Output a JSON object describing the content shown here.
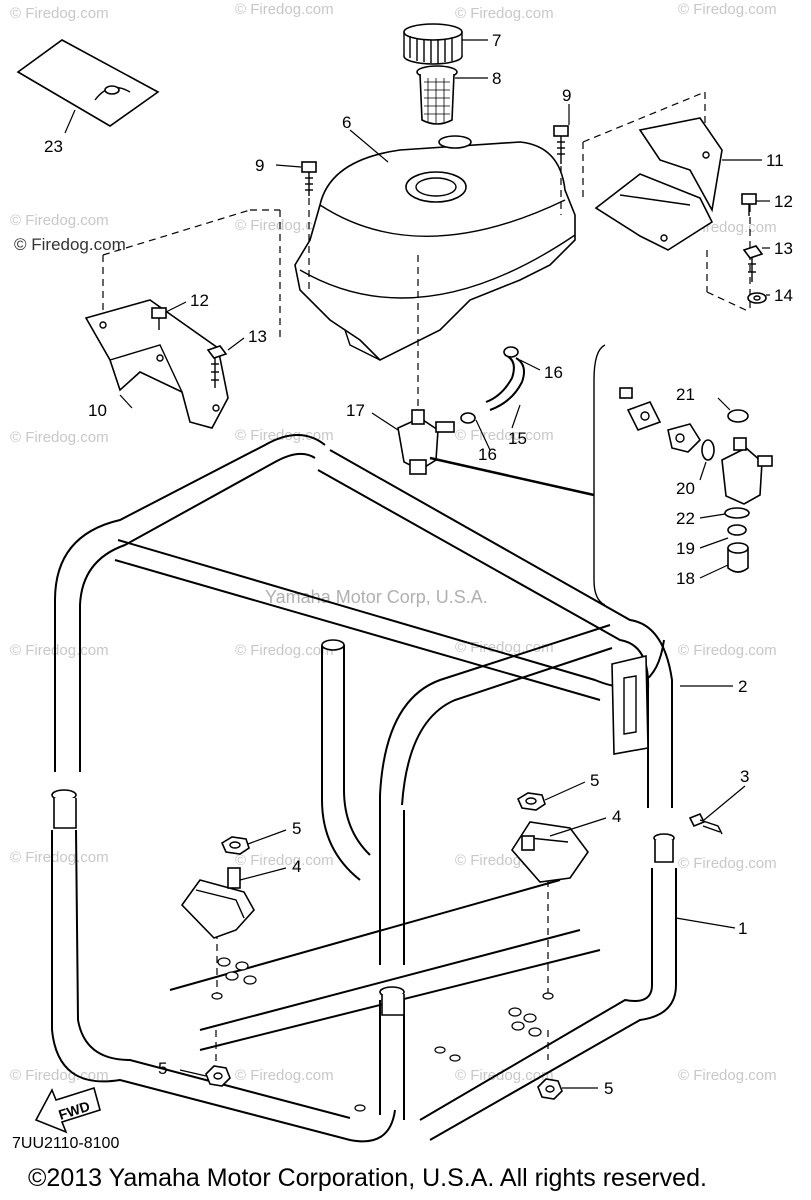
{
  "diagram": {
    "drawing_code": "7UU2110-8100",
    "copyright": "©2013 Yamaha Motor Corporation, U.S.A. All rights reserved.",
    "center_watermark": "Yamaha Motor Corp, U.S.A.",
    "site_watermark": "© Firedog.com",
    "fwd_label": "FWD",
    "callouts": [
      {
        "id": "c1",
        "label": "1"
      },
      {
        "id": "c2",
        "label": "2"
      },
      {
        "id": "c3",
        "label": "3"
      },
      {
        "id": "c4a",
        "label": "4"
      },
      {
        "id": "c4b",
        "label": "4"
      },
      {
        "id": "c5a",
        "label": "5"
      },
      {
        "id": "c5b",
        "label": "5"
      },
      {
        "id": "c5c",
        "label": "5"
      },
      {
        "id": "c5d",
        "label": "5"
      },
      {
        "id": "c6",
        "label": "6"
      },
      {
        "id": "c7",
        "label": "7"
      },
      {
        "id": "c8",
        "label": "8"
      },
      {
        "id": "c9a",
        "label": "9"
      },
      {
        "id": "c9b",
        "label": "9"
      },
      {
        "id": "c10",
        "label": "10"
      },
      {
        "id": "c11",
        "label": "11"
      },
      {
        "id": "c12a",
        "label": "12"
      },
      {
        "id": "c12b",
        "label": "12"
      },
      {
        "id": "c13a",
        "label": "13"
      },
      {
        "id": "c13b",
        "label": "13"
      },
      {
        "id": "c14",
        "label": "14"
      },
      {
        "id": "c15",
        "label": "15"
      },
      {
        "id": "c16a",
        "label": "16"
      },
      {
        "id": "c16b",
        "label": "16"
      },
      {
        "id": "c17",
        "label": "17"
      },
      {
        "id": "c18",
        "label": "18"
      },
      {
        "id": "c19",
        "label": "19"
      },
      {
        "id": "c20",
        "label": "20"
      },
      {
        "id": "c21",
        "label": "21"
      },
      {
        "id": "c22",
        "label": "22"
      },
      {
        "id": "c23",
        "label": "23"
      }
    ]
  }
}
